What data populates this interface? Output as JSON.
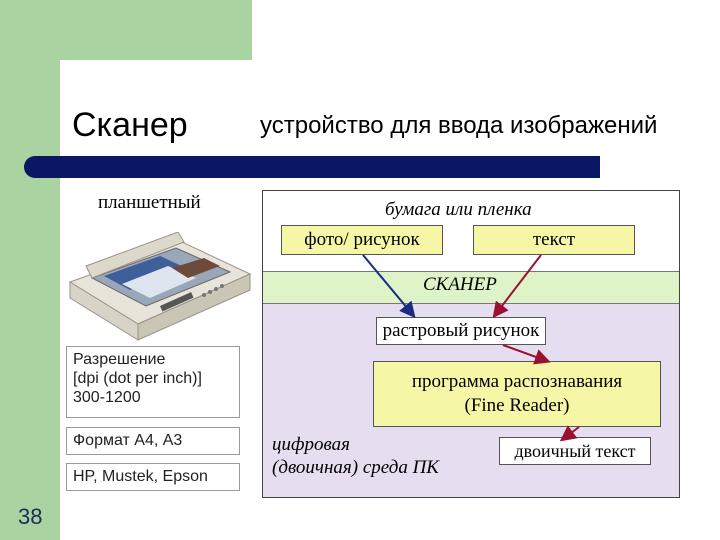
{
  "slide": {
    "title": "Сканер",
    "subtitle": "устройство для ввода изображений",
    "type_label": "планшетный",
    "number": "38"
  },
  "colors": {
    "accent_green": "#a9d3a0",
    "rule_navy": "#0b1763",
    "box_yellow": "#f6f7a6",
    "band_green": "#dff3c8",
    "band_lavender": "#e6def0",
    "arrow_blue": "#1a2c80",
    "arrow_red": "#9b1030"
  },
  "info": {
    "resolution": "Разрешение\n[dpi (dot per inch)]\n300-1200",
    "format": "Формат А4, А3",
    "brands": "HP, Mustek, Epson"
  },
  "diagram": {
    "paper_label": "бумага или пленка",
    "photo_box": "фото/ рисунок",
    "text_box": "текст",
    "scanner_label": "СКАНЕР",
    "raster_box": "растровый рисунок",
    "ocr_box": "программа распознавания\n(Fine Reader)",
    "digital_label": "цифровая\n(двоичная) среда ПК",
    "binary_box": "двоичный текст"
  }
}
